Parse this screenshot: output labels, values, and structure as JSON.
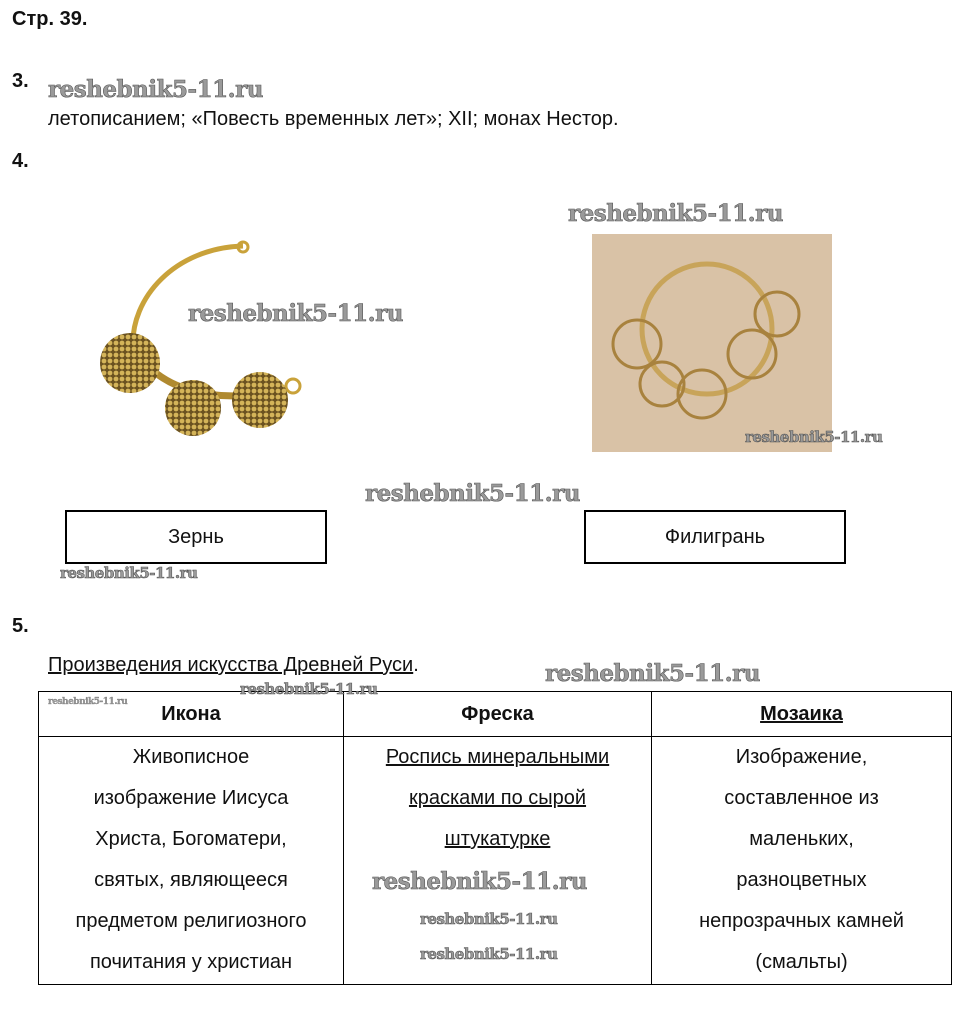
{
  "page_header": "Стр. 39.",
  "watermark": "reshebnik5-11.ru",
  "task3": {
    "number": "3.",
    "answer": "летописанием; «Повесть временных лет»; XII; монах Нестор."
  },
  "task4": {
    "number": "4.",
    "labels": [
      "Зернь",
      "Филигрань"
    ]
  },
  "task5": {
    "number": "5.",
    "title": "Произведения искусства Древней Руси",
    "title_suffix": ".",
    "table": {
      "headers": [
        "Икона",
        "Фреска",
        "Мозаика"
      ],
      "cells": [
        [
          "Живописное",
          "изображение Иисуса",
          "Христа, Богоматери,",
          "святых, являющееся",
          "предметом религиозного",
          "почитания у христиан"
        ],
        [
          "Роспись минеральными",
          "красками по сырой",
          "штукатурке"
        ],
        [
          "Изображение,",
          "составленное из",
          "маленьких,",
          "разноцветных",
          "непрозрачных камней",
          "(смальты)"
        ]
      ]
    }
  }
}
